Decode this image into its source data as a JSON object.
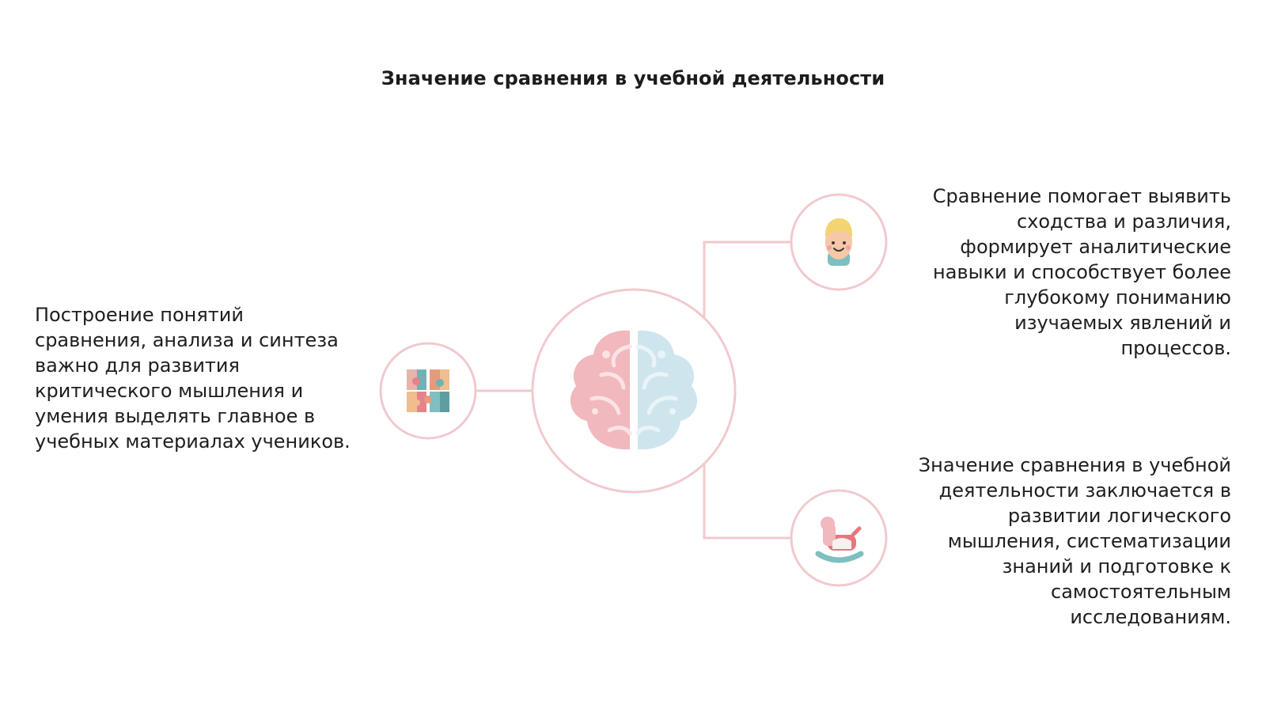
{
  "title": "Значение сравнения в учебной деятельности",
  "center": {
    "icon": "brain-icon"
  },
  "nodes": [
    {
      "id": "left",
      "icon": "puzzle-icon",
      "text": "Построение понятий сравнения, анализа и синтеза важно для развития критического мышления и умения выделять главное в учебных материалах учеников."
    },
    {
      "id": "right-top",
      "icon": "child-face-icon",
      "text": "Сравнение помогает выявить сходства и различия, формирует аналитические навыки и способствует более глубокому пониманию изучаемых явлений и процессов."
    },
    {
      "id": "right-bottom",
      "icon": "rocking-horse-icon",
      "text": "Значение сравнения в учебной деятельности заключается в развитии логического мышления, систематизации знаний и подготовке к самостоятельным исследованиям."
    }
  ],
  "colors": {
    "line": "#f1c9cd",
    "brain_left": "#f1b8bd",
    "brain_right": "#cfe5ee",
    "text": "#1e1e1e"
  }
}
